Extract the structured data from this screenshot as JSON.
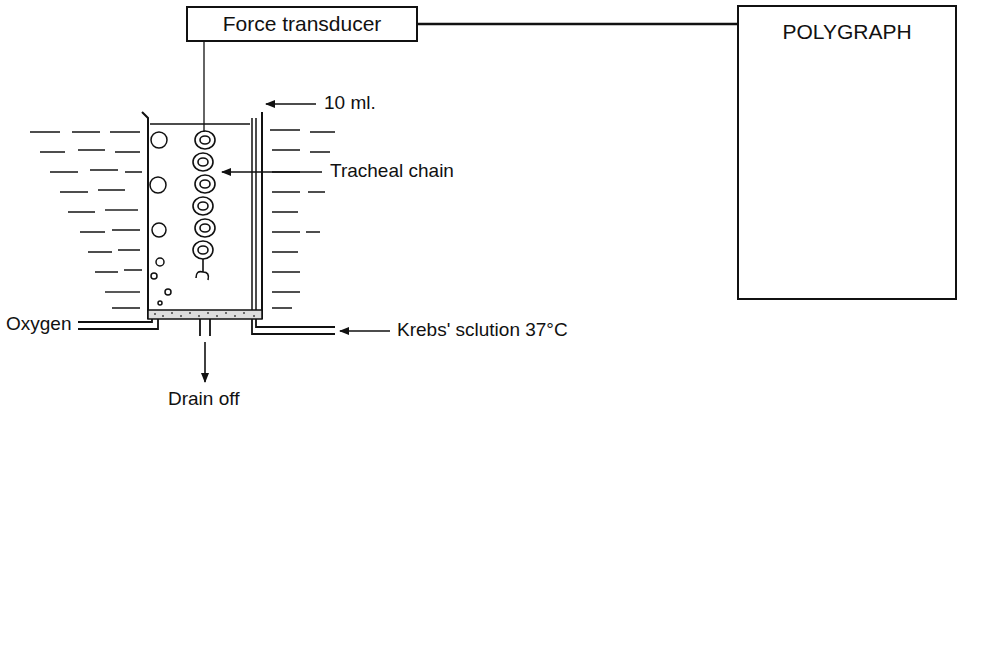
{
  "diagram": {
    "nodes": [
      {
        "text": [
          "Force transducer"
        ]
      },
      {
        "text": [
          "POLYGRAPH"
        ]
      }
    ],
    "edges": [
      {
        "from": 0,
        "to": 1,
        "arrow": "none"
      }
    ],
    "labels": [
      "10 ml.",
      "Tracheal chain",
      "Oxygen",
      "Krebs' sclution 37°C",
      "Drain off"
    ]
  }
}
